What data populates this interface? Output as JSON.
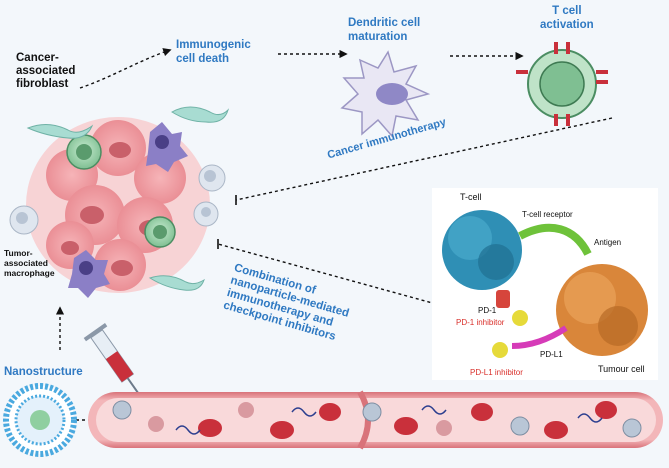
{
  "labels": {
    "caf": "Cancer-\nassociated\nfibroblast",
    "icd": "Immunogenic\ncell death",
    "dc": "Dendritic cell\nmaturation",
    "tcell_activation": "T cell\nactivation",
    "cancer_immunotherapy": "Cancer immunotherapy",
    "tam": "Tumor-\nassociated\nmacrophage",
    "combination": "Combination of\nnanoparticle-mediated\nimmunotherapy and\ncheckpoint inhibitors",
    "nanostructure": "Nanostructure"
  },
  "inset": {
    "tcell": "T-cell",
    "tcell_receptor": "T-cell receptor",
    "antigen": "Antigen",
    "pd1": "PD-1",
    "pd1_inhibitor": "PD-1 inhibitor",
    "pdl1": "PD-L1",
    "pdl1_inhibitor": "PD-L1 inhibitor",
    "tumour_cell": "Tumour cell"
  },
  "colors": {
    "blue_text": "#2f79c2",
    "red_text": "#d9302b",
    "vessel": "#e8868a",
    "tumor": "#ef8f95",
    "tcell_green": "#a9d9b7"
  }
}
